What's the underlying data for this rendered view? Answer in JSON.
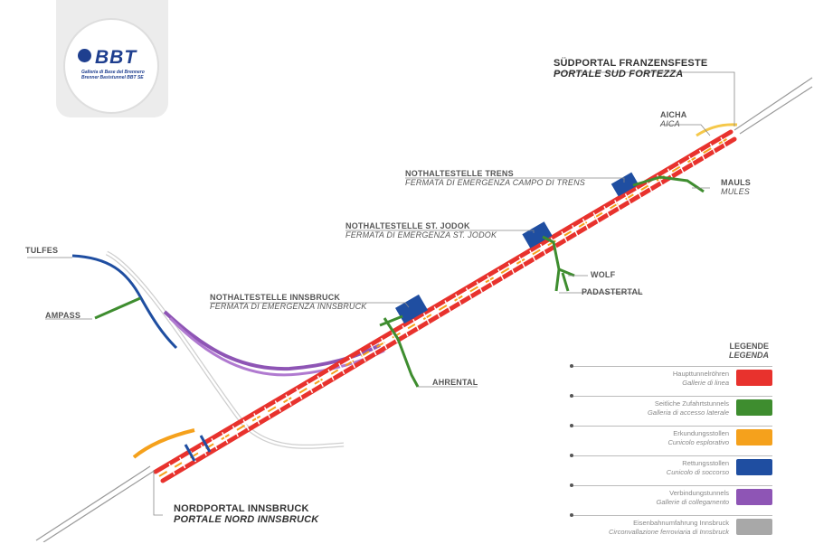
{
  "logo": {
    "mark": "BBT",
    "line1": "Galleria di Base del Brennero",
    "line2": "Brenner Basistunnel BBT SE"
  },
  "labels": {
    "south_portal": {
      "de": "SÜDPORTAL FRANZENSFESTE",
      "it": "PORTALE SUD FORTEZZA"
    },
    "north_portal": {
      "de": "NORDPORTAL INNSBRUCK",
      "it": "PORTALE NORD INNSBRUCK"
    },
    "aicha": {
      "de": "AICHA",
      "it": "AICA"
    },
    "mauls": {
      "de": "MAULS",
      "it": "MULES"
    },
    "trens": {
      "de": "NOTHALTESTELLE TRENS",
      "it": "FERMATA DI EMERGENZA CAMPO DI TRENS"
    },
    "st_jodok": {
      "de": "NOTHALTESTELLE ST. JODOK",
      "it": "FERMATA DI EMERGENZA ST. JODOK"
    },
    "innsbruck_stop": {
      "de": "NOTHALTESTELLE INNSBRUCK",
      "it": "FERMATA DI EMERGENZA INNSBRUCK"
    },
    "wolf": "WOLF",
    "padastertal": "PADASTERTAL",
    "tulfes": "TULFES",
    "ampass": "AMPASS",
    "ahrental": "AHRENTAL"
  },
  "legend": {
    "title_de": "LEGENDE",
    "title_it": "LEGENDA",
    "items": [
      {
        "de": "Haupttunnelröhren",
        "it": "Gallerie di linea",
        "color": "#e8322d"
      },
      {
        "de": "Seitliche Zufahrtstunnels",
        "it": "Galleria di accesso laterale",
        "color": "#3e8d2f"
      },
      {
        "de": "Erkundungsstollen",
        "it": "Cunicolo esplorativo",
        "color": "#f5a11c"
      },
      {
        "de": "Rettungsstollen",
        "it": "Cunicolo di soccorso",
        "color": "#1f4ea1"
      },
      {
        "de": "Verbindungstunnels",
        "it": "Gallerie di collegamento",
        "color": "#8e55b5"
      },
      {
        "de": "Eisenbahnumfahrung Innsbruck",
        "it": "Circonvallazione ferroviaria di Innsbruck",
        "color": "#a8a8a8"
      }
    ]
  }
}
